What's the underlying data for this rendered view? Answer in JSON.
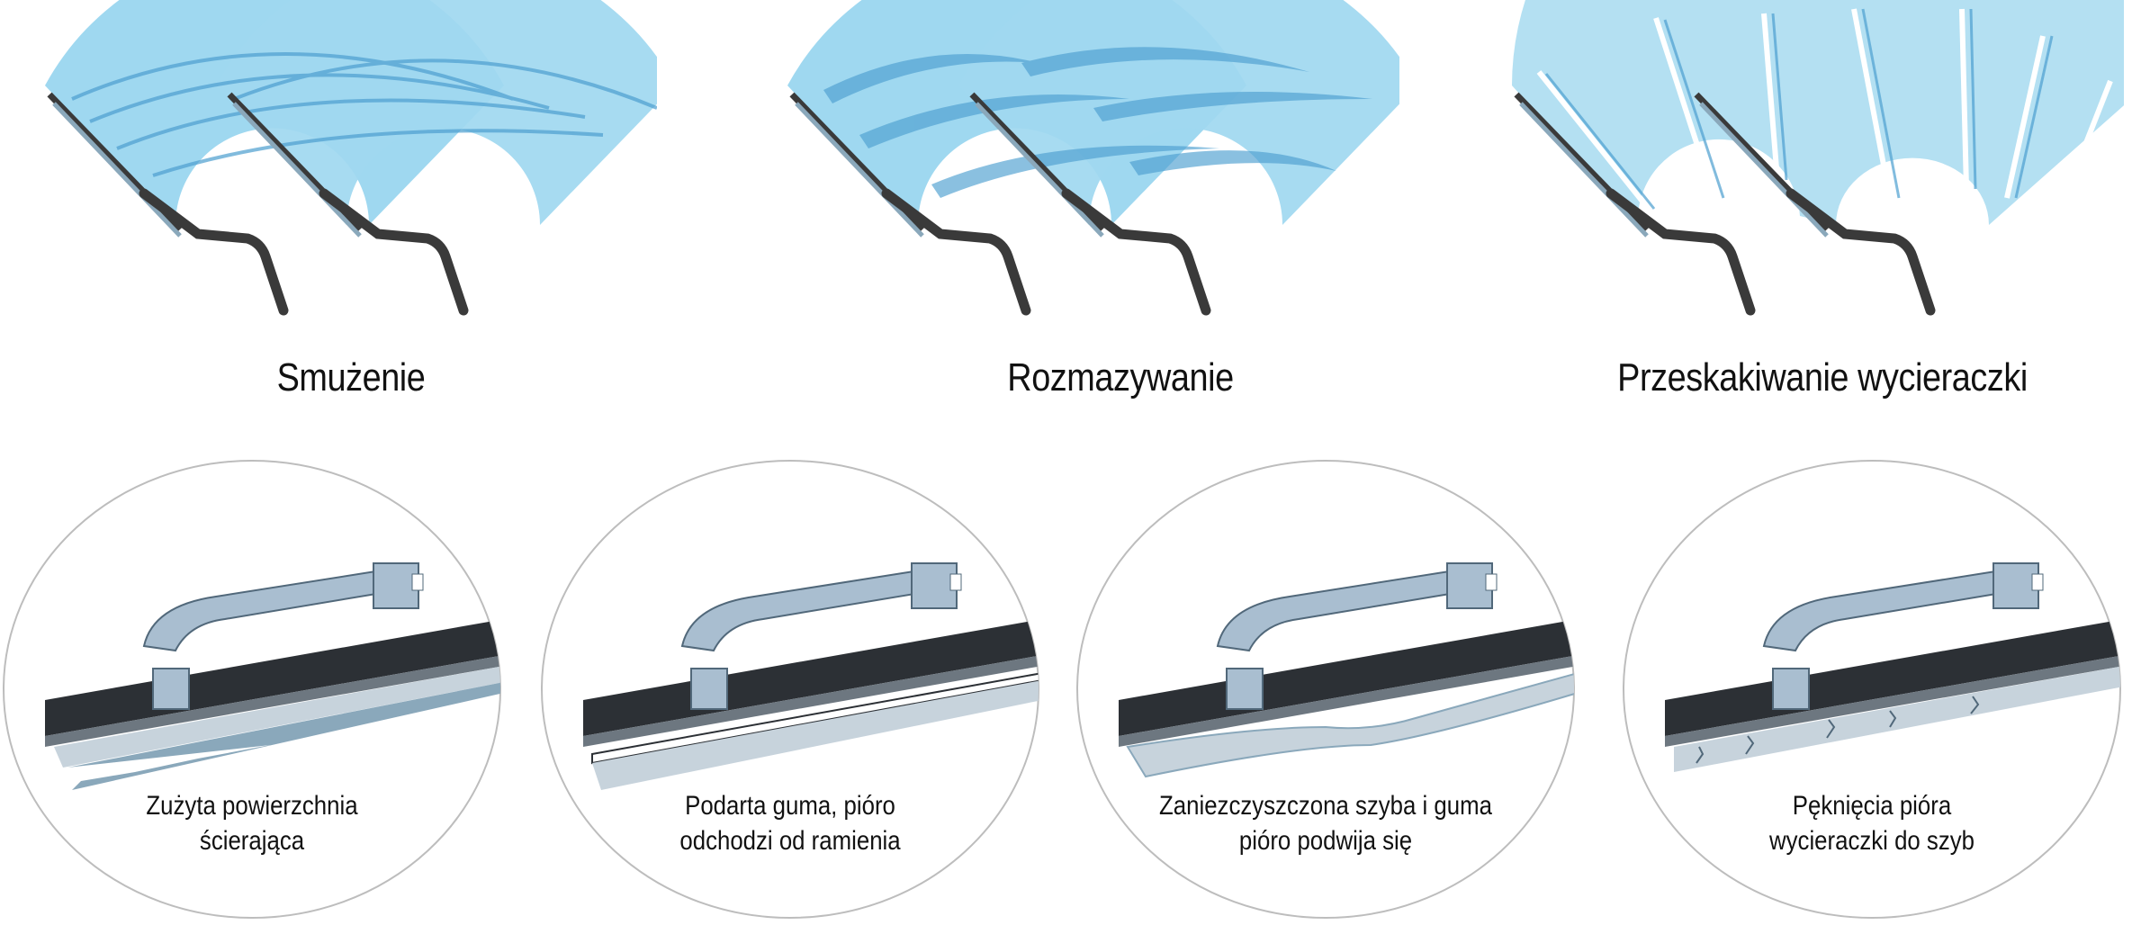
{
  "problems": [
    {
      "title": "Smużenie",
      "pattern": "streaks"
    },
    {
      "title": "Rozmazywanie",
      "pattern": "smears"
    },
    {
      "title": "Przeskakiwanie wycieraczki",
      "pattern": "chatter"
    }
  ],
  "causes": [
    {
      "line1": "Zużyta powierzchnia",
      "line2": "ścierająca",
      "defect": "worn-edge"
    },
    {
      "line1": "Podarta guma, pióro",
      "line2": "odchodzi od ramienia",
      "defect": "torn-rubber"
    },
    {
      "line1": "Zaniezczyszczona szyba i guma",
      "line2": "pióro podwija się",
      "defect": "folding-blade"
    },
    {
      "line1": "Pęknięcia pióra",
      "line2": "wycieraczki do szyb",
      "defect": "cracked-blade"
    }
  ],
  "colors": {
    "glass": "#9fd8f0",
    "streak": "#4d9fd0",
    "arm": "#3a3a3a",
    "clip": "#a9bed0",
    "rubber": "#2c3035",
    "circle_outline": "#bdbdbd"
  }
}
